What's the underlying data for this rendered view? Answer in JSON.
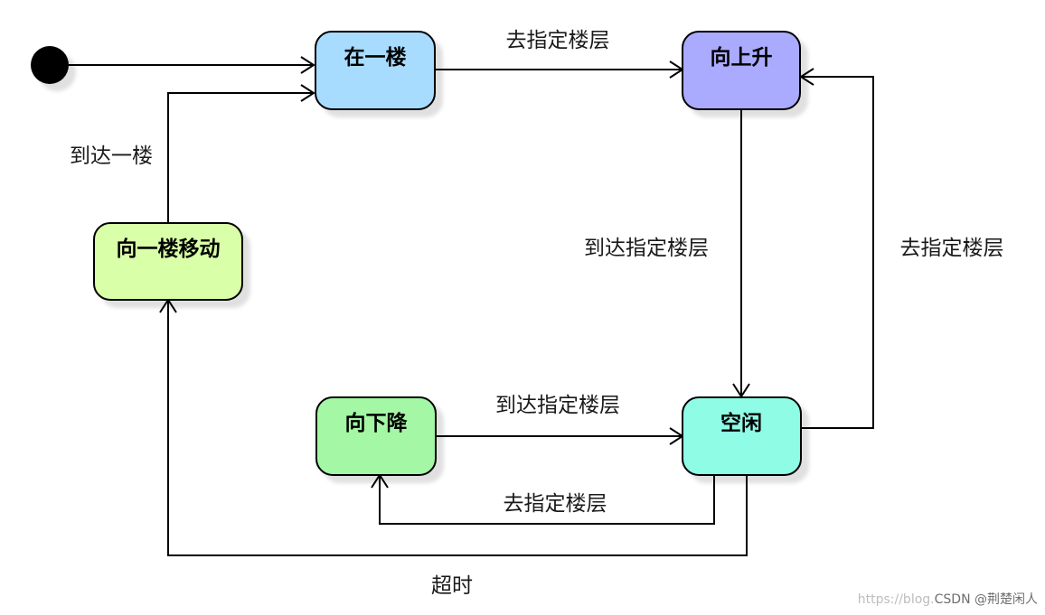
{
  "states": {
    "first_floor": {
      "label": "在一楼",
      "color": "#a8dcff"
    },
    "going_up": {
      "label": "向上升",
      "color": "#aaaaff"
    },
    "going_down": {
      "label": "向下降",
      "color": "#a4f7a4"
    },
    "idle": {
      "label": "空闲",
      "color": "#8ffce6"
    },
    "moving_to_first": {
      "label": "向一楼移动",
      "color": "#d9ffa8"
    }
  },
  "edges": {
    "first_to_up": "去指定楼层",
    "up_to_idle": "到达指定楼层",
    "idle_to_up": "去指定楼层",
    "down_to_idle": "到达指定楼层",
    "idle_to_down": "去指定楼层",
    "idle_timeout": "超时",
    "arrive_first": "到达一楼"
  },
  "watermark": {
    "prefix": "https://blog.",
    "brand": "CSDN @荆楚闲人"
  }
}
